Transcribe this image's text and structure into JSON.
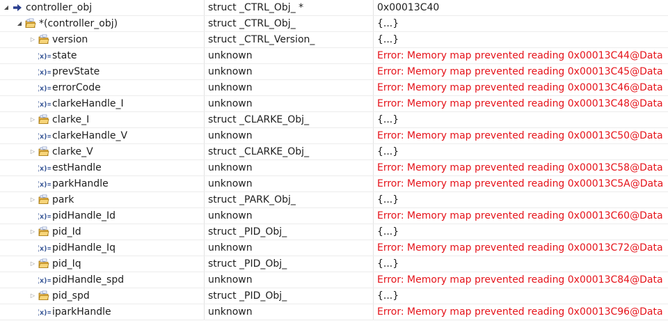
{
  "rows": [
    {
      "level": 0,
      "expander": "expanded",
      "icon": "pointer-arrow-icon",
      "name": "controller_obj",
      "type": "struct _CTRL_Obj_ *",
      "value": "0x00013C40",
      "value_style": "normal"
    },
    {
      "level": 1,
      "expander": "expanded",
      "icon": "struct-folder-icon",
      "name": "*(controller_obj)",
      "type": "struct _CTRL_Obj_",
      "value": "{...}",
      "value_style": "normal"
    },
    {
      "level": 2,
      "expander": "collapsed",
      "icon": "struct-folder-icon",
      "name": "version",
      "type": "struct _CTRL_Version_",
      "value": "{...}",
      "value_style": "normal"
    },
    {
      "level": 2,
      "expander": "none",
      "icon": "variable-icon",
      "name": "state",
      "type": "unknown",
      "value": "Error: Memory map prevented reading 0x00013C44@Data",
      "value_style": "error"
    },
    {
      "level": 2,
      "expander": "none",
      "icon": "variable-icon",
      "name": "prevState",
      "type": "unknown",
      "value": "Error: Memory map prevented reading 0x00013C45@Data",
      "value_style": "error"
    },
    {
      "level": 2,
      "expander": "none",
      "icon": "variable-icon",
      "name": "errorCode",
      "type": "unknown",
      "value": "Error: Memory map prevented reading 0x00013C46@Data",
      "value_style": "error"
    },
    {
      "level": 2,
      "expander": "none",
      "icon": "variable-icon",
      "name": "clarkeHandle_I",
      "type": "unknown",
      "value": "Error: Memory map prevented reading 0x00013C48@Data",
      "value_style": "error"
    },
    {
      "level": 2,
      "expander": "collapsed",
      "icon": "struct-folder-icon",
      "name": "clarke_I",
      "type": "struct _CLARKE_Obj_",
      "value": "{...}",
      "value_style": "normal"
    },
    {
      "level": 2,
      "expander": "none",
      "icon": "variable-icon",
      "name": "clarkeHandle_V",
      "type": "unknown",
      "value": "Error: Memory map prevented reading 0x00013C50@Data",
      "value_style": "error"
    },
    {
      "level": 2,
      "expander": "collapsed",
      "icon": "struct-folder-icon",
      "name": "clarke_V",
      "type": "struct _CLARKE_Obj_",
      "value": "{...}",
      "value_style": "normal"
    },
    {
      "level": 2,
      "expander": "none",
      "icon": "variable-icon",
      "name": "estHandle",
      "type": "unknown",
      "value": "Error: Memory map prevented reading 0x00013C58@Data",
      "value_style": "error"
    },
    {
      "level": 2,
      "expander": "none",
      "icon": "variable-icon",
      "name": "parkHandle",
      "type": "unknown",
      "value": "Error: Memory map prevented reading 0x00013C5A@Data",
      "value_style": "error"
    },
    {
      "level": 2,
      "expander": "collapsed",
      "icon": "struct-folder-icon",
      "name": "park",
      "type": "struct _PARK_Obj_",
      "value": "{...}",
      "value_style": "normal"
    },
    {
      "level": 2,
      "expander": "none",
      "icon": "variable-icon",
      "name": "pidHandle_Id",
      "type": "unknown",
      "value": "Error: Memory map prevented reading 0x00013C60@Data",
      "value_style": "error"
    },
    {
      "level": 2,
      "expander": "collapsed",
      "icon": "struct-folder-icon",
      "name": "pid_Id",
      "type": "struct _PID_Obj_",
      "value": "{...}",
      "value_style": "normal"
    },
    {
      "level": 2,
      "expander": "none",
      "icon": "variable-icon",
      "name": "pidHandle_Iq",
      "type": "unknown",
      "value": "Error: Memory map prevented reading 0x00013C72@Data",
      "value_style": "error"
    },
    {
      "level": 2,
      "expander": "collapsed",
      "icon": "struct-folder-icon",
      "name": "pid_Iq",
      "type": "struct _PID_Obj_",
      "value": "{...}",
      "value_style": "normal"
    },
    {
      "level": 2,
      "expander": "none",
      "icon": "variable-icon",
      "name": "pidHandle_spd",
      "type": "unknown",
      "value": "Error: Memory map prevented reading 0x00013C84@Data",
      "value_style": "error"
    },
    {
      "level": 2,
      "expander": "collapsed",
      "icon": "struct-folder-icon",
      "name": "pid_spd",
      "type": "struct _PID_Obj_",
      "value": "{...}",
      "value_style": "normal"
    },
    {
      "level": 2,
      "expander": "none",
      "icon": "variable-icon",
      "name": "iparkHandle",
      "type": "unknown",
      "value": "Error: Memory map prevented reading 0x00013C96@Data",
      "value_style": "error"
    }
  ],
  "colors": {
    "error": "#e5131a",
    "folder": "#f2c45a",
    "pointer": "#2a3f8f",
    "variable": "#3b5998"
  }
}
